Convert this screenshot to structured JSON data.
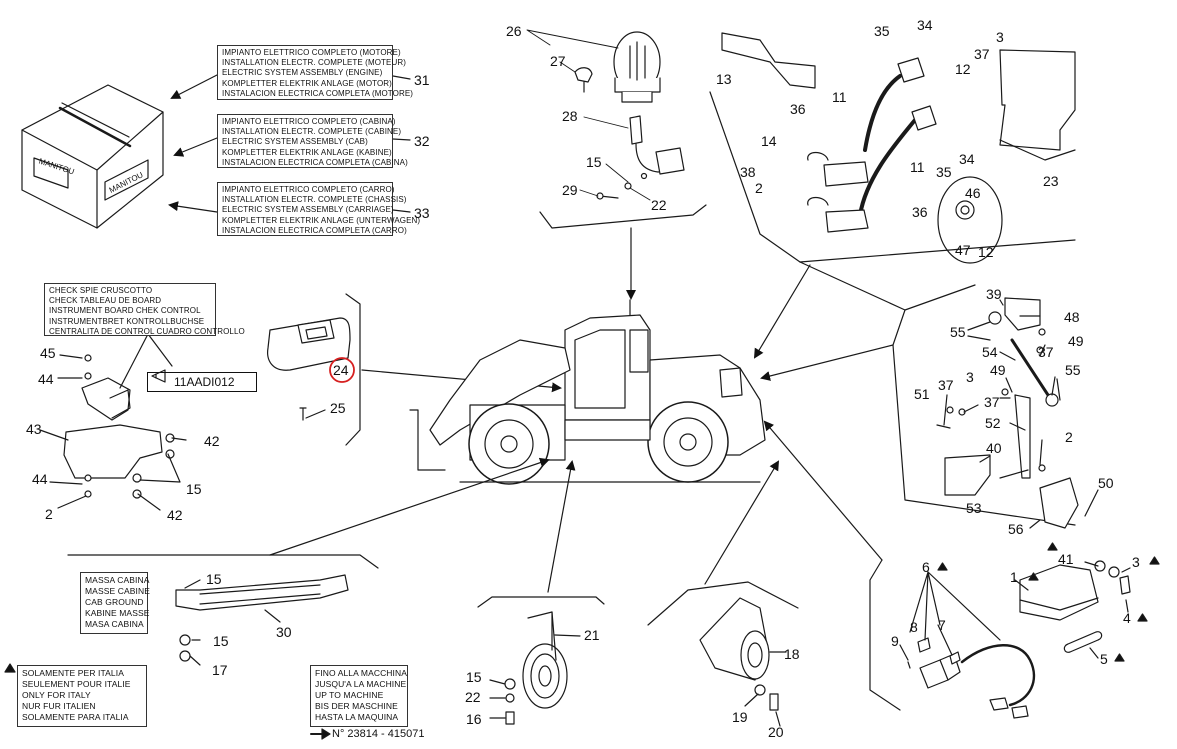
{
  "description_boxes": {
    "engine": [
      "IMPIANTO ELETTRICO COMPLETO (MOTORE)",
      "INSTALLATION ELECTR. COMPLETE (MOTEUR)",
      "ELECTRIC SYSTEM ASSEMBLY (ENGINE)",
      "KOMPLETTER ELEKTRIK ANLAGE (MOTOR)",
      "INSTALACION ELECTRICA COMPLETA (MOTORE)"
    ],
    "cab": [
      "IMPIANTO ELETTRICO COMPLETO (CABINA)",
      "INSTALLATION ELECTR. COMPLETE (CABINE)",
      "ELECTRIC SYSTEM ASSEMBLY (CAB)",
      "KOMPLETTER ELEKTRIK ANLAGE (KABINE)",
      "INSTALACION ELECTRICA COMPLETA (CABINA)"
    ],
    "carriage": [
      "IMPIANTO ELETTRICO COMPLETO (CARRO)",
      "INSTALLATION ELECTR. COMPLETE (CHASSIS)",
      "ELECTRIC SYSTEM ASSEMBLY (CARRIAGE)",
      "KOMPLETTER ELEKTRIK ANLAGE (UNTERWAGEN)",
      "INSTALACION ELECTRICA COMPLETA (CARRO)"
    ],
    "check": [
      "CHECK SPIE CRUSCOTTO",
      "CHECK TABLEAU DE BOARD",
      "INSTRUMENT BOARD CHEK CONTROL",
      "INSTRUMENTBRET KONTROLLBUCHSE",
      "CENTRALITA DE CONTROL CUADRO CONTROLLO"
    ],
    "ground": [
      "MASSA CABINA",
      "MASSE CABINE",
      "CAB GROUND",
      "KABINE MASSE",
      "MASA CABINA"
    ],
    "italy": [
      "SOLAMENTE PER ITALIA",
      "SEULEMENT POUR ITALIE",
      "ONLY FOR ITALY",
      "NUR FUR ITALIEN",
      "SOLAMENTE PARA ITALIA"
    ],
    "machine": [
      "FINO ALLA MACCHINA",
      "JUSQU'A LA MACHINE",
      "UP TO MACHINE",
      "BIS DER MASCHINE",
      "HASTA LA MAQUINA"
    ]
  },
  "serial": "N° 23814 - 415071",
  "code": "11AADI012",
  "box_label_1": "MANITOU",
  "box_label_2": "MANITOU",
  "refs": {
    "r31": "31",
    "r32": "32",
    "r33": "33",
    "r26": "26",
    "r27": "27",
    "r28": "28",
    "r15a": "15",
    "r29": "29",
    "r22a": "22",
    "r13": "13",
    "r35a": "35",
    "r34a": "34",
    "r37a": "37",
    "r3a": "3",
    "r12a": "12",
    "r11a": "11",
    "r36a": "36",
    "r14": "14",
    "r38": "38",
    "r2a": "2",
    "r34b": "34",
    "r35b": "35",
    "r11b": "11",
    "r36b": "36",
    "r23": "23",
    "r46": "46",
    "r47": "47",
    "r12b": "12",
    "r45": "45",
    "r44a": "44",
    "r43": "43",
    "r42a": "42",
    "r44b": "44",
    "r15b": "15",
    "r2b": "2",
    "r42b": "42",
    "r24": "24",
    "r25": "25",
    "r39": "39",
    "r48": "48",
    "r55a": "55",
    "r54": "54",
    "r37b": "37",
    "r49a": "49",
    "r49b": "49",
    "r55b": "55",
    "r51": "51",
    "r37c": "37",
    "r3b": "3",
    "r37d": "37",
    "r52": "52",
    "r2c": "2",
    "r40": "40",
    "r50": "50",
    "r53": "53",
    "r56": "56",
    "r15c": "15",
    "r30": "30",
    "r15d": "15",
    "r17": "17",
    "r21": "21",
    "r15e": "15",
    "r22b": "22",
    "r16": "16",
    "r18": "18",
    "r19": "19",
    "r20": "20",
    "r6": "6",
    "r1": "1",
    "r41": "41",
    "r3c": "3",
    "r4": "4",
    "r8": "8",
    "r7": "7",
    "r9": "9",
    "r5": "5"
  },
  "colors": {
    "line": "#1a1a1a",
    "highlight": "#d62020"
  }
}
